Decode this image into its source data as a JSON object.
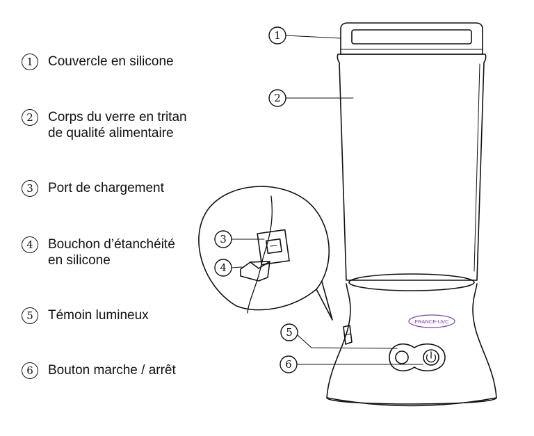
{
  "legend": [
    {
      "num": "1",
      "lines": [
        "Couvercle en silicone"
      ]
    },
    {
      "num": "2",
      "lines": [
        "Corps du verre en tritan",
        "de qualité alimentaire"
      ]
    },
    {
      "num": "3",
      "lines": [
        "Port de chargement"
      ]
    },
    {
      "num": "4",
      "lines": [
        "Bouchon d’étanchéité",
        "en silicone"
      ]
    },
    {
      "num": "5",
      "lines": [
        "Témoin lumineux"
      ]
    },
    {
      "num": "6",
      "lines": [
        "Bouton marche / arrêt"
      ]
    }
  ],
  "callouts": {
    "c1": "1",
    "c2": "2",
    "c3": "3",
    "c4": "4",
    "c5": "5",
    "c6": "6"
  },
  "brand_badge": "FRANCE-UVC",
  "colors": {
    "line": "#111111",
    "badge": "#7b3fa8",
    "background": "#ffffff"
  }
}
